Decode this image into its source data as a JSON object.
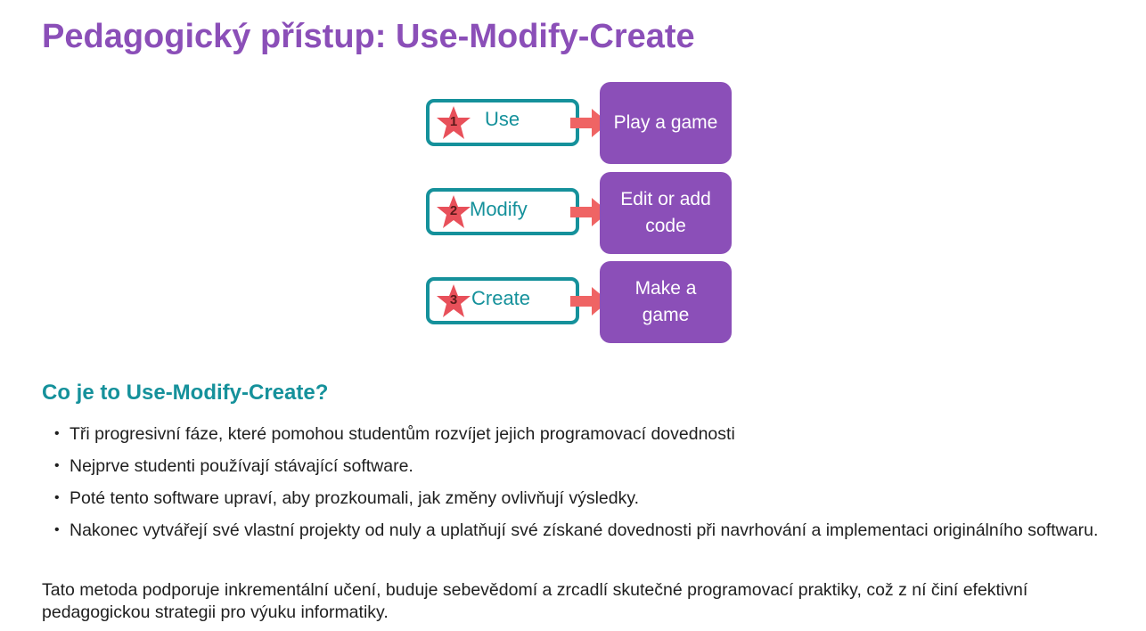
{
  "slide": {
    "title": "Pedagogický přístup: Use-Modify-Create"
  },
  "diagram": {
    "stages": [
      {
        "number": "1",
        "label": "Use",
        "result": "Play a game"
      },
      {
        "number": "2",
        "label": "Modify",
        "result": "Edit or add code"
      },
      {
        "number": "3",
        "label": "Create",
        "result": "Make a game"
      }
    ],
    "colors": {
      "stage_border": "#15919b",
      "result_fill": "#8b4fb8",
      "arrow": "#ef6464",
      "star": "#e8505a"
    }
  },
  "section": {
    "subtitle": "Co je to Use-Modify-Create?",
    "bullets": [
      "Tři progresivní fáze, které pomohou studentům rozvíjet jejich programovací dovednosti",
      "Nejprve studenti používají stávající software.",
      "Poté tento software upraví, aby prozkoumali, jak změny ovlivňují výsledky.",
      "Nakonec vytvářejí své vlastní projekty od nuly a uplatňují své získané dovednosti při navrhování a implementaci originálního softwaru."
    ],
    "summary": "Tato metoda podporuje inkrementální učení, buduje sebevědomí a zrcadlí skutečné programovací praktiky, což z ní činí efektivní pedagogickou strategii pro výuku informatiky."
  }
}
